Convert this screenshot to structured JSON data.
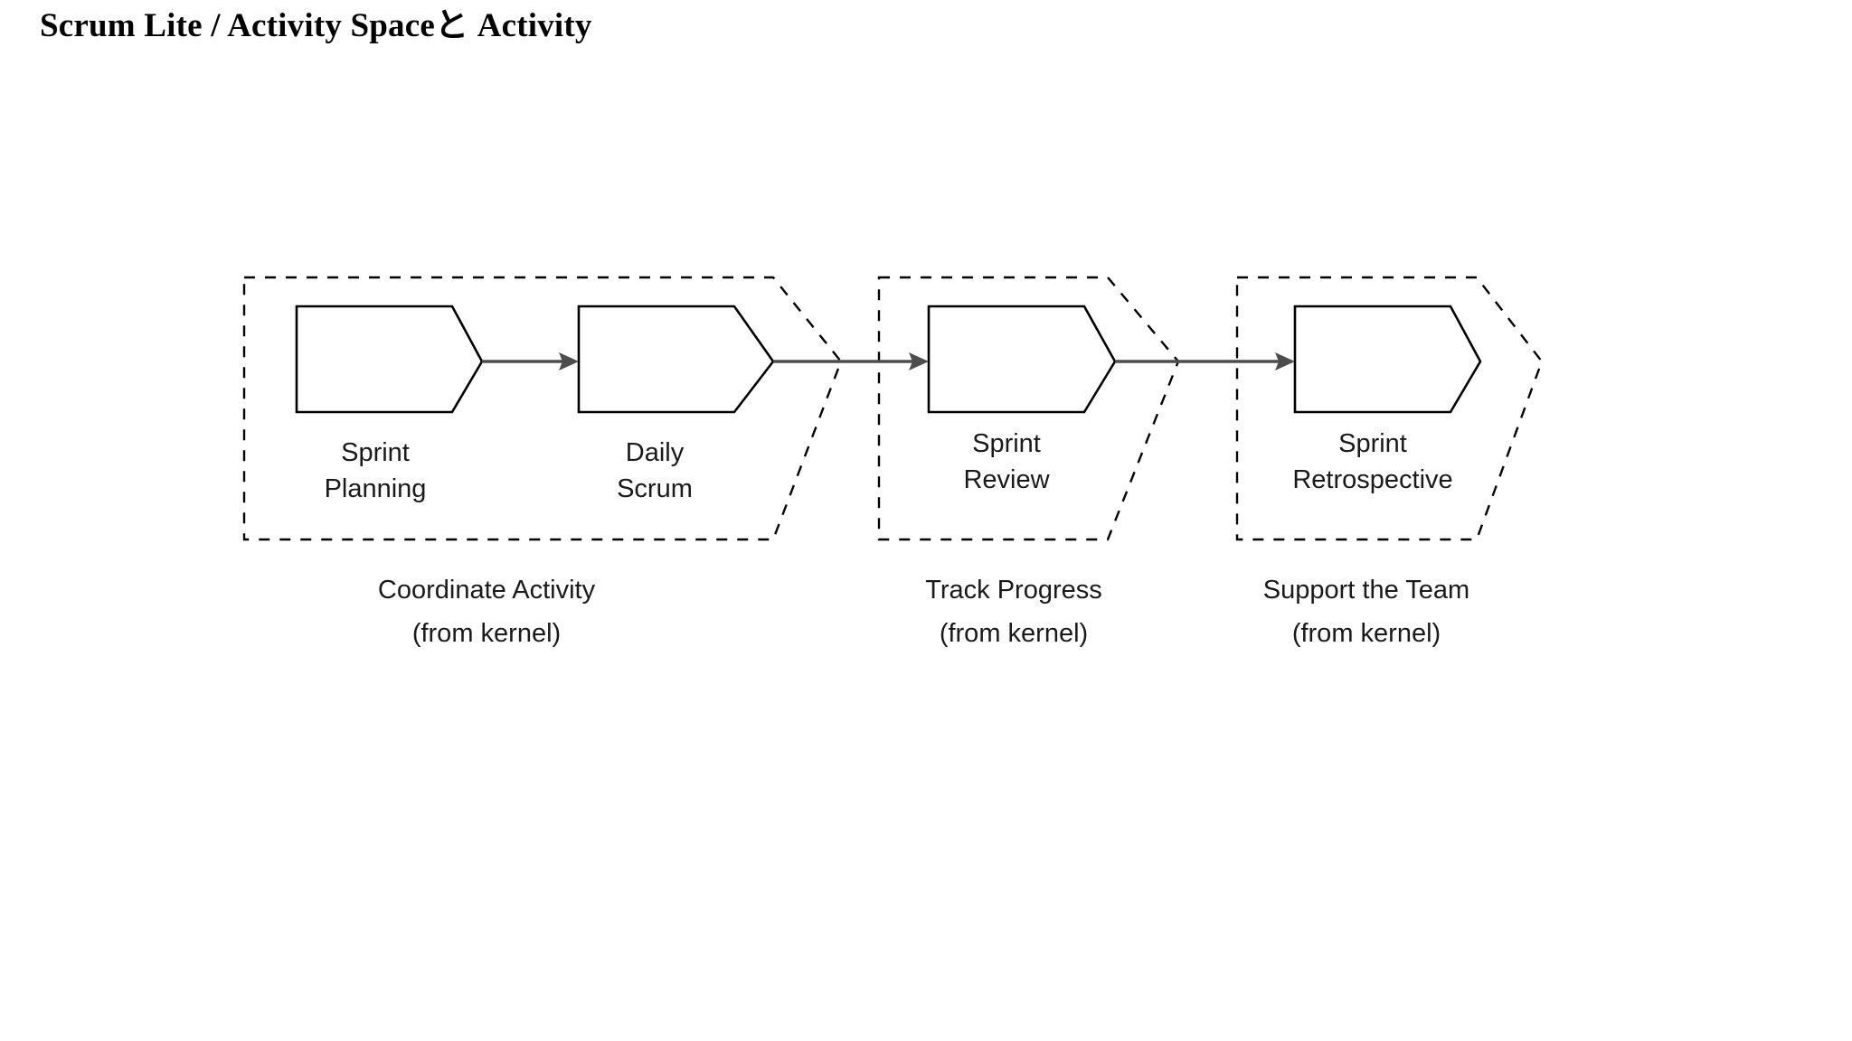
{
  "page": {
    "title": "Scrum Lite / Activity Spaceと Activity"
  },
  "diagram": {
    "type": "activity-space-flow",
    "spaces": [
      {
        "id": "coordinate-activity",
        "label": "Coordinate Activity",
        "sublabel": "(from kernel)",
        "activities": [
          {
            "id": "sprint-planning",
            "line1": "Sprint",
            "line2": "Planning"
          },
          {
            "id": "daily-scrum",
            "line1": "Daily",
            "line2": "Scrum"
          }
        ]
      },
      {
        "id": "track-progress",
        "label": "Track Progress",
        "sublabel": "(from kernel)",
        "activities": [
          {
            "id": "sprint-review",
            "line1": "Sprint",
            "line2": "Review"
          }
        ]
      },
      {
        "id": "support-the-team",
        "label": "Support the Team",
        "sublabel": "(from kernel)",
        "activities": [
          {
            "id": "sprint-retrospective",
            "line1": "Sprint",
            "line2": "Retrospective"
          }
        ]
      }
    ],
    "flows": [
      {
        "id": "flow-planning-to-scrum",
        "from": "sprint-planning",
        "to": "daily-scrum"
      },
      {
        "id": "flow-scrum-to-review",
        "from": "daily-scrum",
        "to": "sprint-review"
      },
      {
        "id": "flow-review-to-retrospective",
        "from": "sprint-review",
        "to": "sprint-retrospective"
      }
    ],
    "colors": {
      "boundary_stroke": "#000000",
      "shape_stroke": "#000000",
      "shape_fill": "#ffffff",
      "flow_stroke": "#4d4d4d",
      "text": "#1a1a1a",
      "background": "#ffffff"
    }
  }
}
